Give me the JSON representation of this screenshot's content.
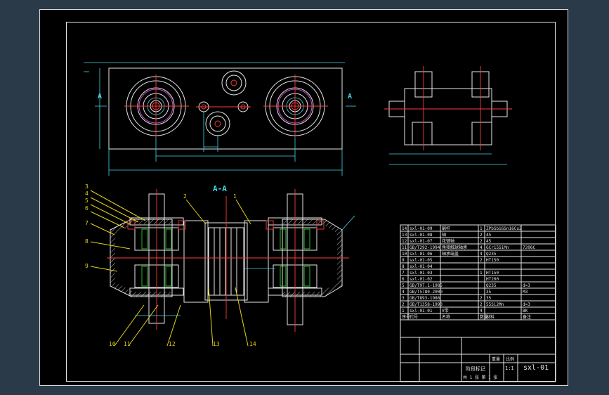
{
  "drawing": {
    "section_label": "A-A",
    "view_marker_left": "A",
    "view_marker_right": "A",
    "callouts_left": [
      "3",
      "4",
      "5",
      "6",
      "7",
      "8",
      "9"
    ],
    "callouts_bottom": [
      "10",
      "11",
      "12",
      "13",
      "14"
    ],
    "callouts_top": [
      "2",
      "1"
    ]
  },
  "bom": {
    "rows": [
      {
        "no": "14",
        "code": "sxl-01-09",
        "name": "蜗杆",
        "qty": "1",
        "material": "ZPbSb16Sn16Cu2",
        "note": ""
      },
      {
        "no": "13",
        "code": "sxl-01-08",
        "name": "轴",
        "qty": "2",
        "material": "45",
        "note": ""
      },
      {
        "no": "12",
        "code": "sxl-01-07",
        "name": "花键轴",
        "qty": "2",
        "material": "45",
        "note": ""
      },
      {
        "no": "11",
        "code": "GB/T292-1994",
        "name": "角接触球轴承",
        "qty": "4",
        "material": "GCr15SiMn",
        "note": "7206C"
      },
      {
        "no": "10",
        "code": "sxl-01-06",
        "name": "轴承端盖",
        "qty": "4",
        "material": "Q235",
        "note": ""
      },
      {
        "no": "9",
        "code": "sxl-01-05",
        "name": "",
        "qty": "2",
        "material": "HT150",
        "note": ""
      },
      {
        "no": "8",
        "code": "sxl-01-04",
        "name": "",
        "qty": "",
        "material": "",
        "note": ""
      },
      {
        "no": "7",
        "code": "sxl-01-03",
        "name": "",
        "qty": "1",
        "material": "HT150",
        "note": ""
      },
      {
        "no": "6",
        "code": "sxl-01-02",
        "name": "",
        "qty": "",
        "material": "HT200",
        "note": ""
      },
      {
        "no": "5",
        "code": "GB/T97.1-1985",
        "name": "",
        "qty": "",
        "material": "Q235",
        "note": "d=3"
      },
      {
        "no": "4",
        "code": "GB/T5780-2000",
        "name": "",
        "qty": "",
        "material": "35",
        "note": "M3"
      },
      {
        "no": "3",
        "code": "GB/T893-1986",
        "name": "",
        "qty": "2",
        "material": "35",
        "note": ""
      },
      {
        "no": "2",
        "code": "GB/T1358-1993",
        "name": "",
        "qty": "2",
        "material": "55Si2Mn",
        "note": "d=3"
      },
      {
        "no": "1",
        "code": "sxl-01-01",
        "name": "V带",
        "qty": "4",
        "material": "",
        "note": "BK"
      }
    ],
    "header": {
      "no": "序号",
      "code": "代号",
      "name": "名称",
      "qty": "数量",
      "material": "材料",
      "note": "备注"
    }
  },
  "title_block": {
    "drawing_title": "sxl-01",
    "company": "",
    "stage": "阶段标记",
    "weight": "重量",
    "scale": "比例",
    "scale_value": "1:1",
    "sheet": "共 1 张 第 1 张"
  }
}
